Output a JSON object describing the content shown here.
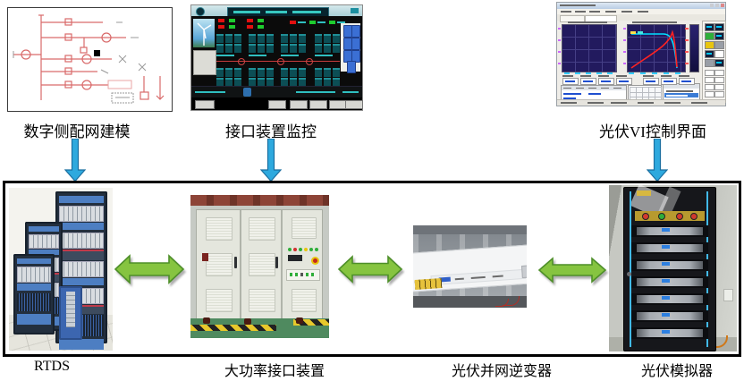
{
  "figure": {
    "top_items": [
      {
        "label": "数字侧配网建模"
      },
      {
        "label": "接口装置监控"
      },
      {
        "label": "光伏VI控制界面"
      }
    ],
    "bottom_items": [
      {
        "label": "RTDS"
      },
      {
        "label": "大功率接口装置"
      },
      {
        "label": "光伏并网逆变器"
      },
      {
        "label": "光伏模拟器"
      }
    ],
    "colors": {
      "down_arrow_fill": "#2ea9de",
      "down_arrow_stroke": "#1b6fa0",
      "link_arrow_fill": "#86c440",
      "link_arrow_stroke": "#4e8f29",
      "box_border": "#000000",
      "circuit_line": "#d96a6a",
      "scada_green": "#1ecb2e",
      "scada_red": "#e01010",
      "plot_bg": "#221a5e",
      "iv_curve_red": "#ff2222",
      "iv_curve_cyan": "#00e0ff"
    }
  }
}
